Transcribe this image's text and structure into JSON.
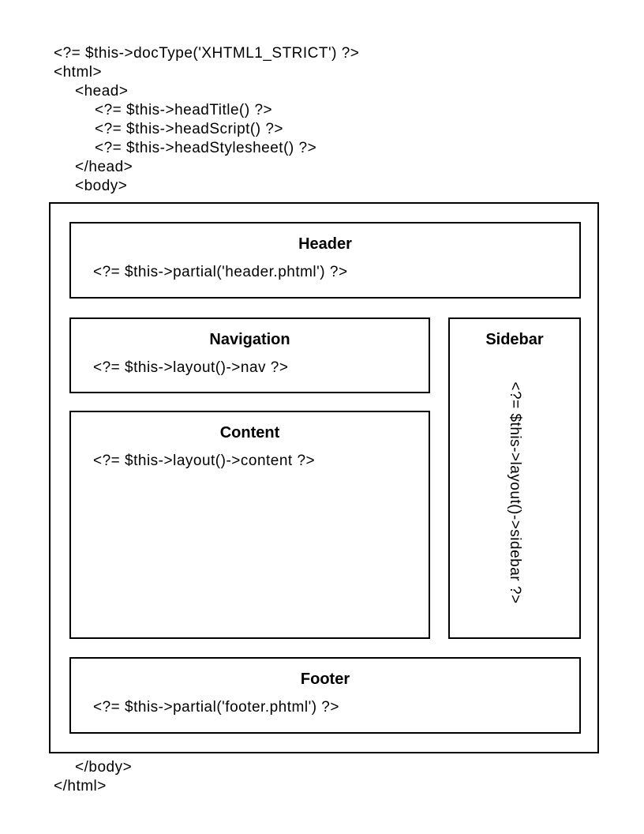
{
  "code_top": {
    "lines": [
      {
        "indent": 0,
        "text": "<?= $this->docType('XHTML1_STRICT') ?>"
      },
      {
        "indent": 0,
        "text": "<html>"
      },
      {
        "indent": 1,
        "text": "<head>"
      },
      {
        "indent": 2,
        "text": "<?= $this->headTitle() ?>"
      },
      {
        "indent": 2,
        "text": "<?= $this->headScript() ?>"
      },
      {
        "indent": 2,
        "text": "<?= $this->headStylesheet() ?>"
      },
      {
        "indent": 1,
        "text": "</head>"
      },
      {
        "indent": 1,
        "text": "<body>"
      }
    ]
  },
  "diagram": {
    "header": {
      "title": "Header",
      "code": "<?= $this->partial('header.phtml') ?>"
    },
    "navigation": {
      "title": "Navigation",
      "code": "<?= $this->layout()->nav ?>"
    },
    "content": {
      "title": "Content",
      "code": "<?= $this->layout()->content ?>"
    },
    "sidebar": {
      "title": "Sidebar",
      "code": "<?= $this->layout()->sidebar ?>"
    },
    "footer": {
      "title": "Footer",
      "code": "<?= $this->partial('footer.phtml') ?>"
    }
  },
  "code_bottom": {
    "lines": [
      {
        "indent": 1,
        "text": "</body>"
      },
      {
        "indent": 0,
        "text": "</html>"
      }
    ]
  },
  "colors": {
    "background": "#ffffff",
    "border": "#000000",
    "text": "#000000"
  }
}
